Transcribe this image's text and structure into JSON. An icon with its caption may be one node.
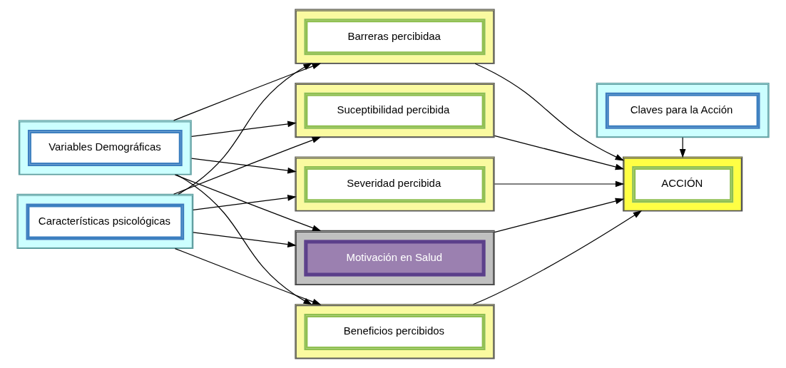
{
  "diagram": {
    "nodes": [
      {
        "text": [
          "Variables Demográficas"
        ]
      },
      {
        "text": [
          "Características psicológicas"
        ]
      },
      {
        "text": [
          "Suceptibilidad percibida"
        ]
      },
      {
        "text": [
          "Severidad percibida"
        ]
      },
      {
        "text": [
          "Motivación en Salud"
        ]
      },
      {
        "text": [
          "Beneficios percibidos"
        ]
      },
      {
        "text": [
          "Barreras percibidaa"
        ]
      },
      {
        "text": [
          "ACCIÓN"
        ]
      },
      {
        "text": [
          "Claves para la Acción"
        ]
      }
    ],
    "edges": [
      {
        "from": 0,
        "to": 2,
        "arrow": "to"
      },
      {
        "from": 0,
        "to": 3,
        "arrow": "to"
      },
      {
        "from": 0,
        "to": 4,
        "arrow": "to"
      },
      {
        "from": 0,
        "to": 5,
        "arrow": "to"
      },
      {
        "from": 0,
        "to": 6,
        "arrow": "to"
      },
      {
        "from": 1,
        "to": 2,
        "arrow": "to"
      },
      {
        "from": 1,
        "to": 3,
        "arrow": "to"
      },
      {
        "from": 1,
        "to": 4,
        "arrow": "to"
      },
      {
        "from": 1,
        "to": 5,
        "arrow": "to"
      },
      {
        "from": 1,
        "to": 6,
        "arrow": "to"
      },
      {
        "from": 2,
        "to": 7,
        "arrow": "to"
      },
      {
        "from": 3,
        "to": 7,
        "arrow": "to"
      },
      {
        "from": 4,
        "to": 7,
        "arrow": "to"
      },
      {
        "from": 5,
        "to": 7,
        "arrow": "to"
      },
      {
        "from": 6,
        "to": 7,
        "arrow": "to"
      },
      {
        "from": 8,
        "to": 7,
        "arrow": "to"
      }
    ]
  }
}
